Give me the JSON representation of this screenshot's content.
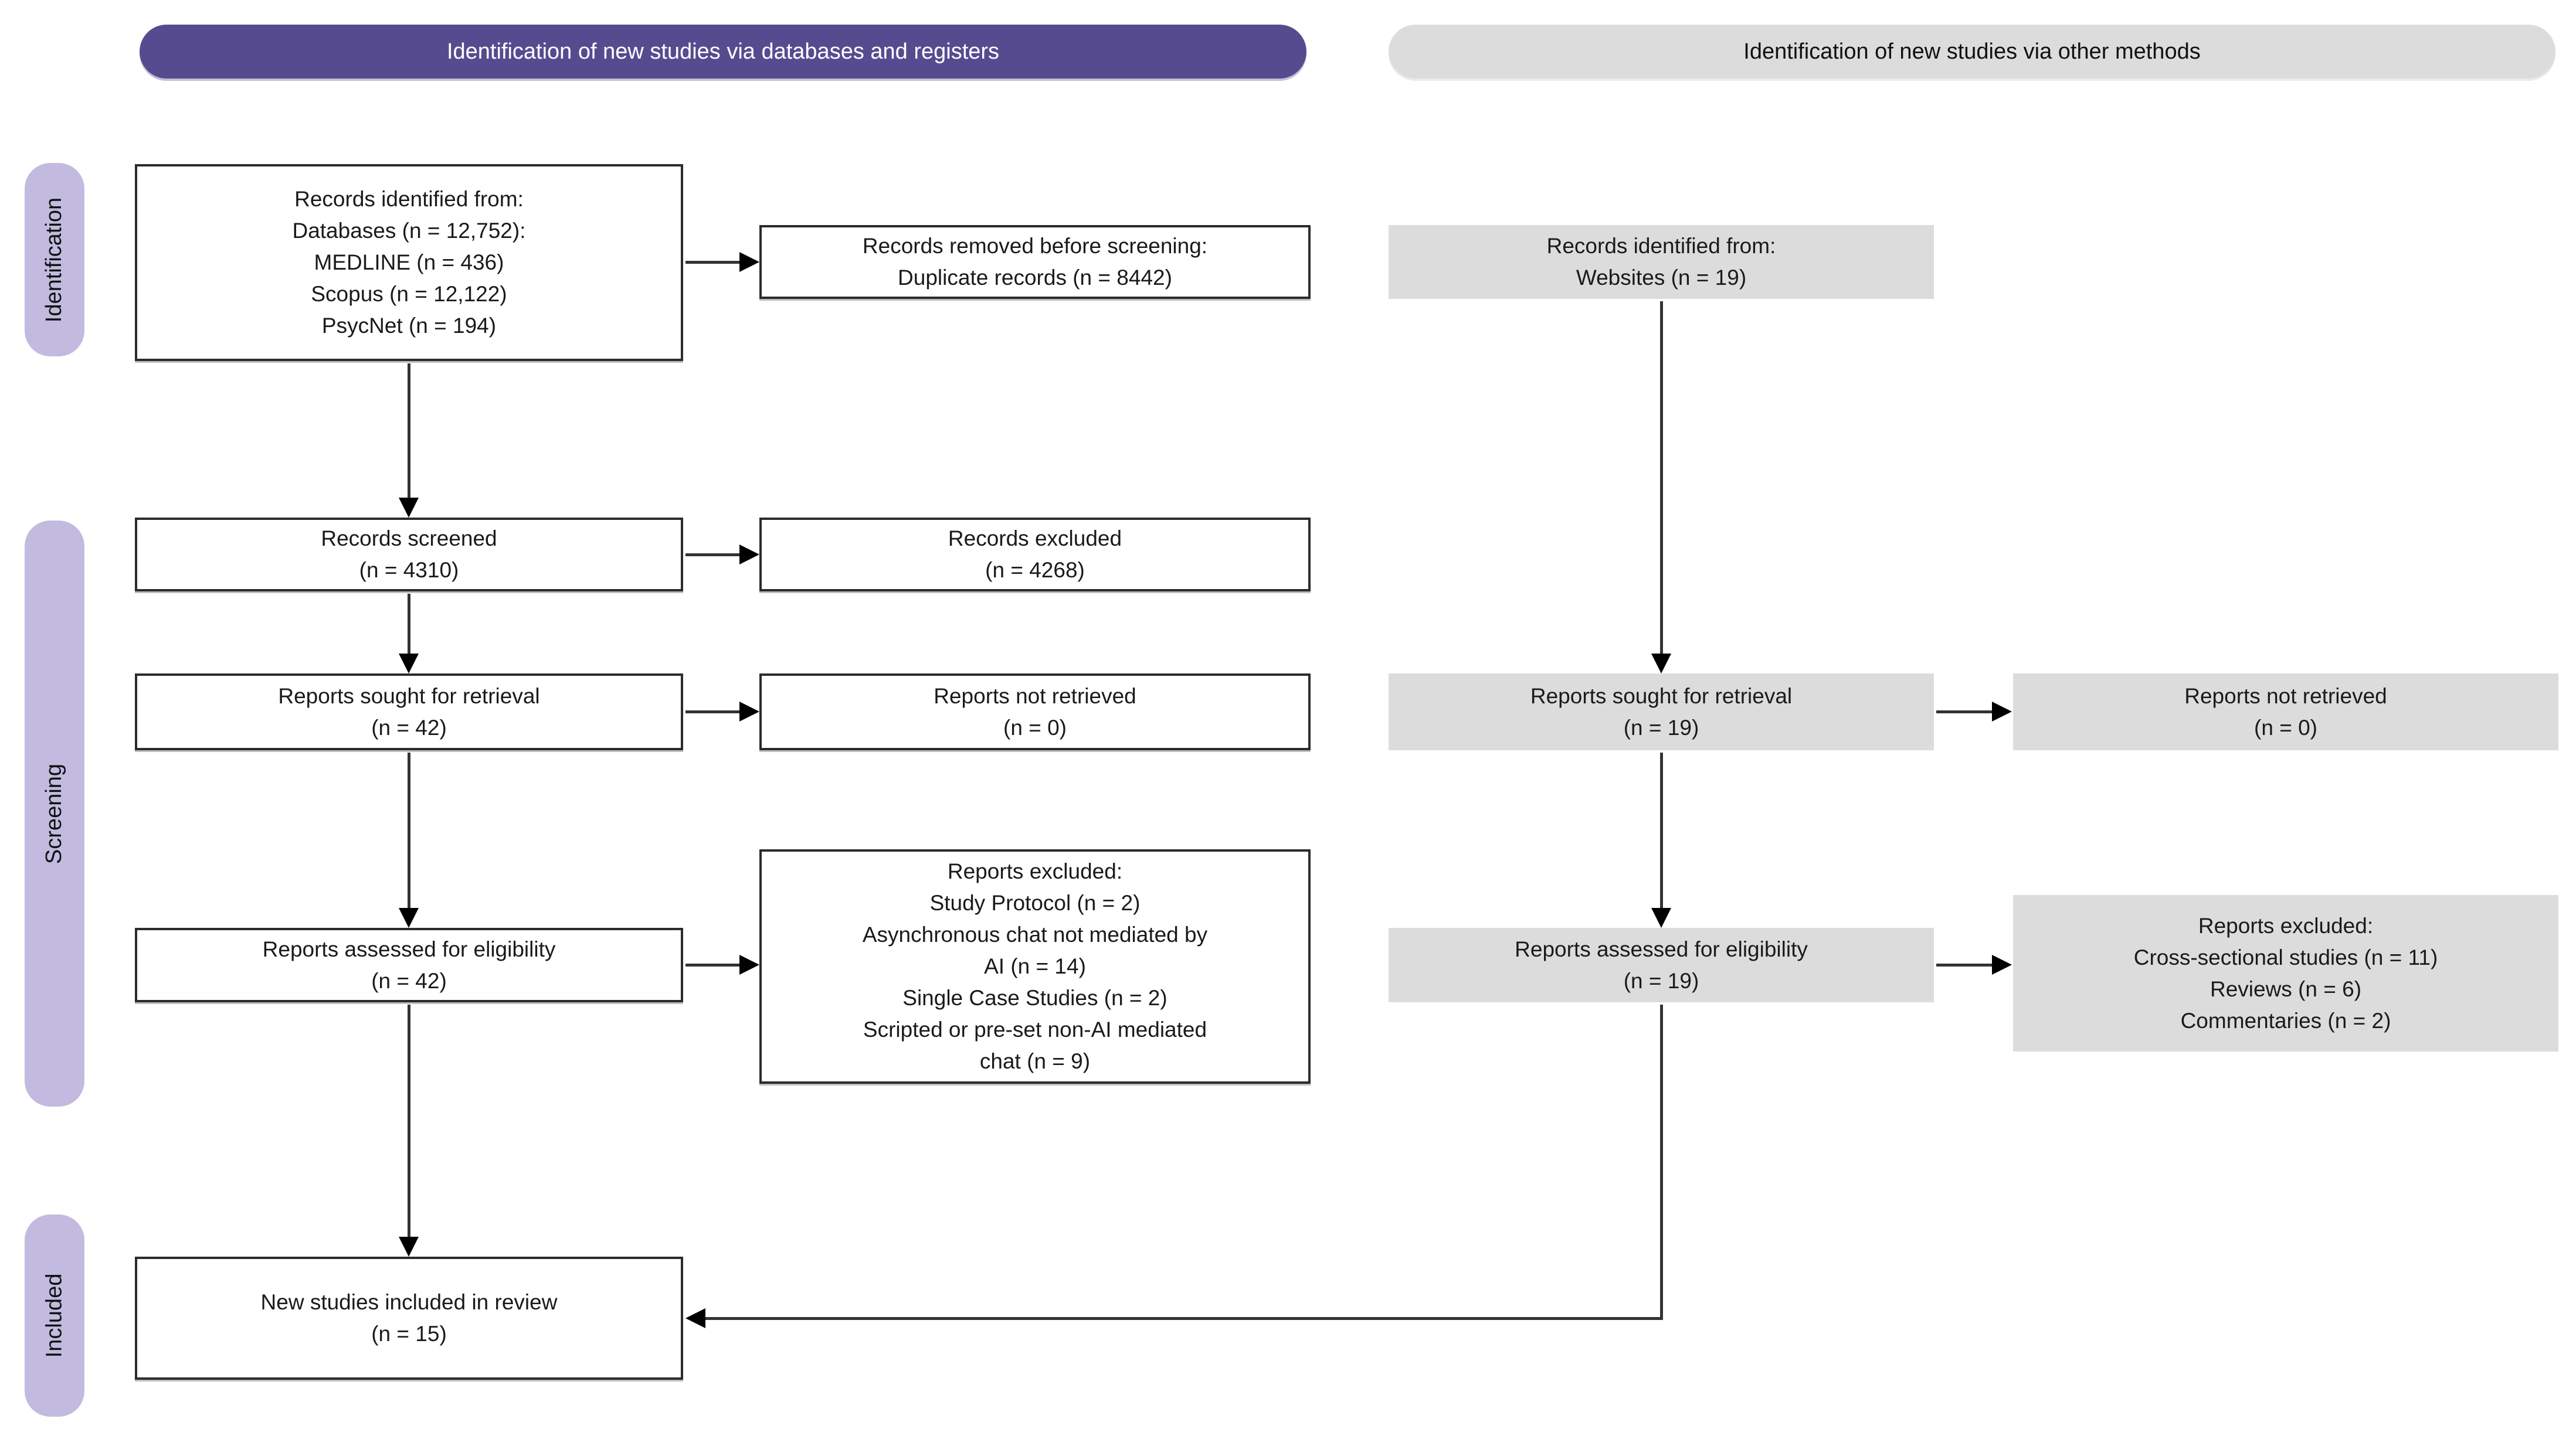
{
  "diagram_type": "PRISMA 2020 flow diagram",
  "headers": {
    "left": "Identification of new studies via databases and registers",
    "right": "Identification of new studies via other methods"
  },
  "stage_labels": {
    "identification": "Identification",
    "screening": "Screening",
    "included": "Included"
  },
  "colors": {
    "header_left_bg": "#574b90",
    "header_left_text": "#ffffff",
    "header_right_bg": "#dcdcdc",
    "header_right_text": "#111111",
    "stage_pill_bg": "#c2bbdf",
    "gray_box_bg": "#dcdcdc",
    "white_box_bg": "#ffffff",
    "box_border": "#2b2b2b",
    "connector": "#333333",
    "arrowhead": "#000000"
  },
  "boxes": {
    "records_identified": {
      "lines": [
        "Records identified from:",
        "Databases (n = 12,752):",
        "MEDLINE (n = 436)",
        "Scopus (n = 12,122)",
        "PsycNet (n = 194)"
      ]
    },
    "records_removed": {
      "lines": [
        "Records removed before screening:",
        "Duplicate records (n = 8442)"
      ]
    },
    "websites_identified": {
      "lines": [
        "Records identified from:",
        "Websites (n = 19)"
      ]
    },
    "records_screened": {
      "lines": [
        "Records screened",
        "(n = 4310)"
      ]
    },
    "records_excluded": {
      "lines": [
        "Records excluded",
        "(n = 4268)"
      ]
    },
    "reports_sought_db": {
      "lines": [
        "Reports sought for retrieval",
        "(n = 42)"
      ]
    },
    "reports_not_retrieved_db": {
      "lines": [
        "Reports not retrieved",
        "(n = 0)"
      ]
    },
    "reports_sought_other": {
      "lines": [
        "Reports sought for retrieval",
        "(n = 19)"
      ]
    },
    "reports_not_retrieved_other": {
      "lines": [
        "Reports not retrieved",
        "(n = 0)"
      ]
    },
    "reports_excluded_db": {
      "lines": [
        "Reports excluded:",
        "Study Protocol (n = 2)",
        "Asynchronous chat not mediated by",
        "AI (n = 14)",
        "Single Case Studies (n = 2)",
        "Scripted or pre-set non-AI mediated",
        "chat (n = 9)"
      ]
    },
    "reports_assessed_db": {
      "lines": [
        "Reports assessed for eligibility",
        "(n = 42)"
      ]
    },
    "reports_assessed_other": {
      "lines": [
        "Reports assessed for eligibility",
        "(n = 19)"
      ]
    },
    "reports_excluded_other": {
      "lines": [
        "Reports excluded:",
        "Cross-sectional studies (n = 11)",
        "Reviews (n = 6)",
        "Commentaries (n = 2)"
      ]
    },
    "included_review": {
      "lines": [
        "New studies included in review",
        "(n = 15)"
      ]
    }
  }
}
